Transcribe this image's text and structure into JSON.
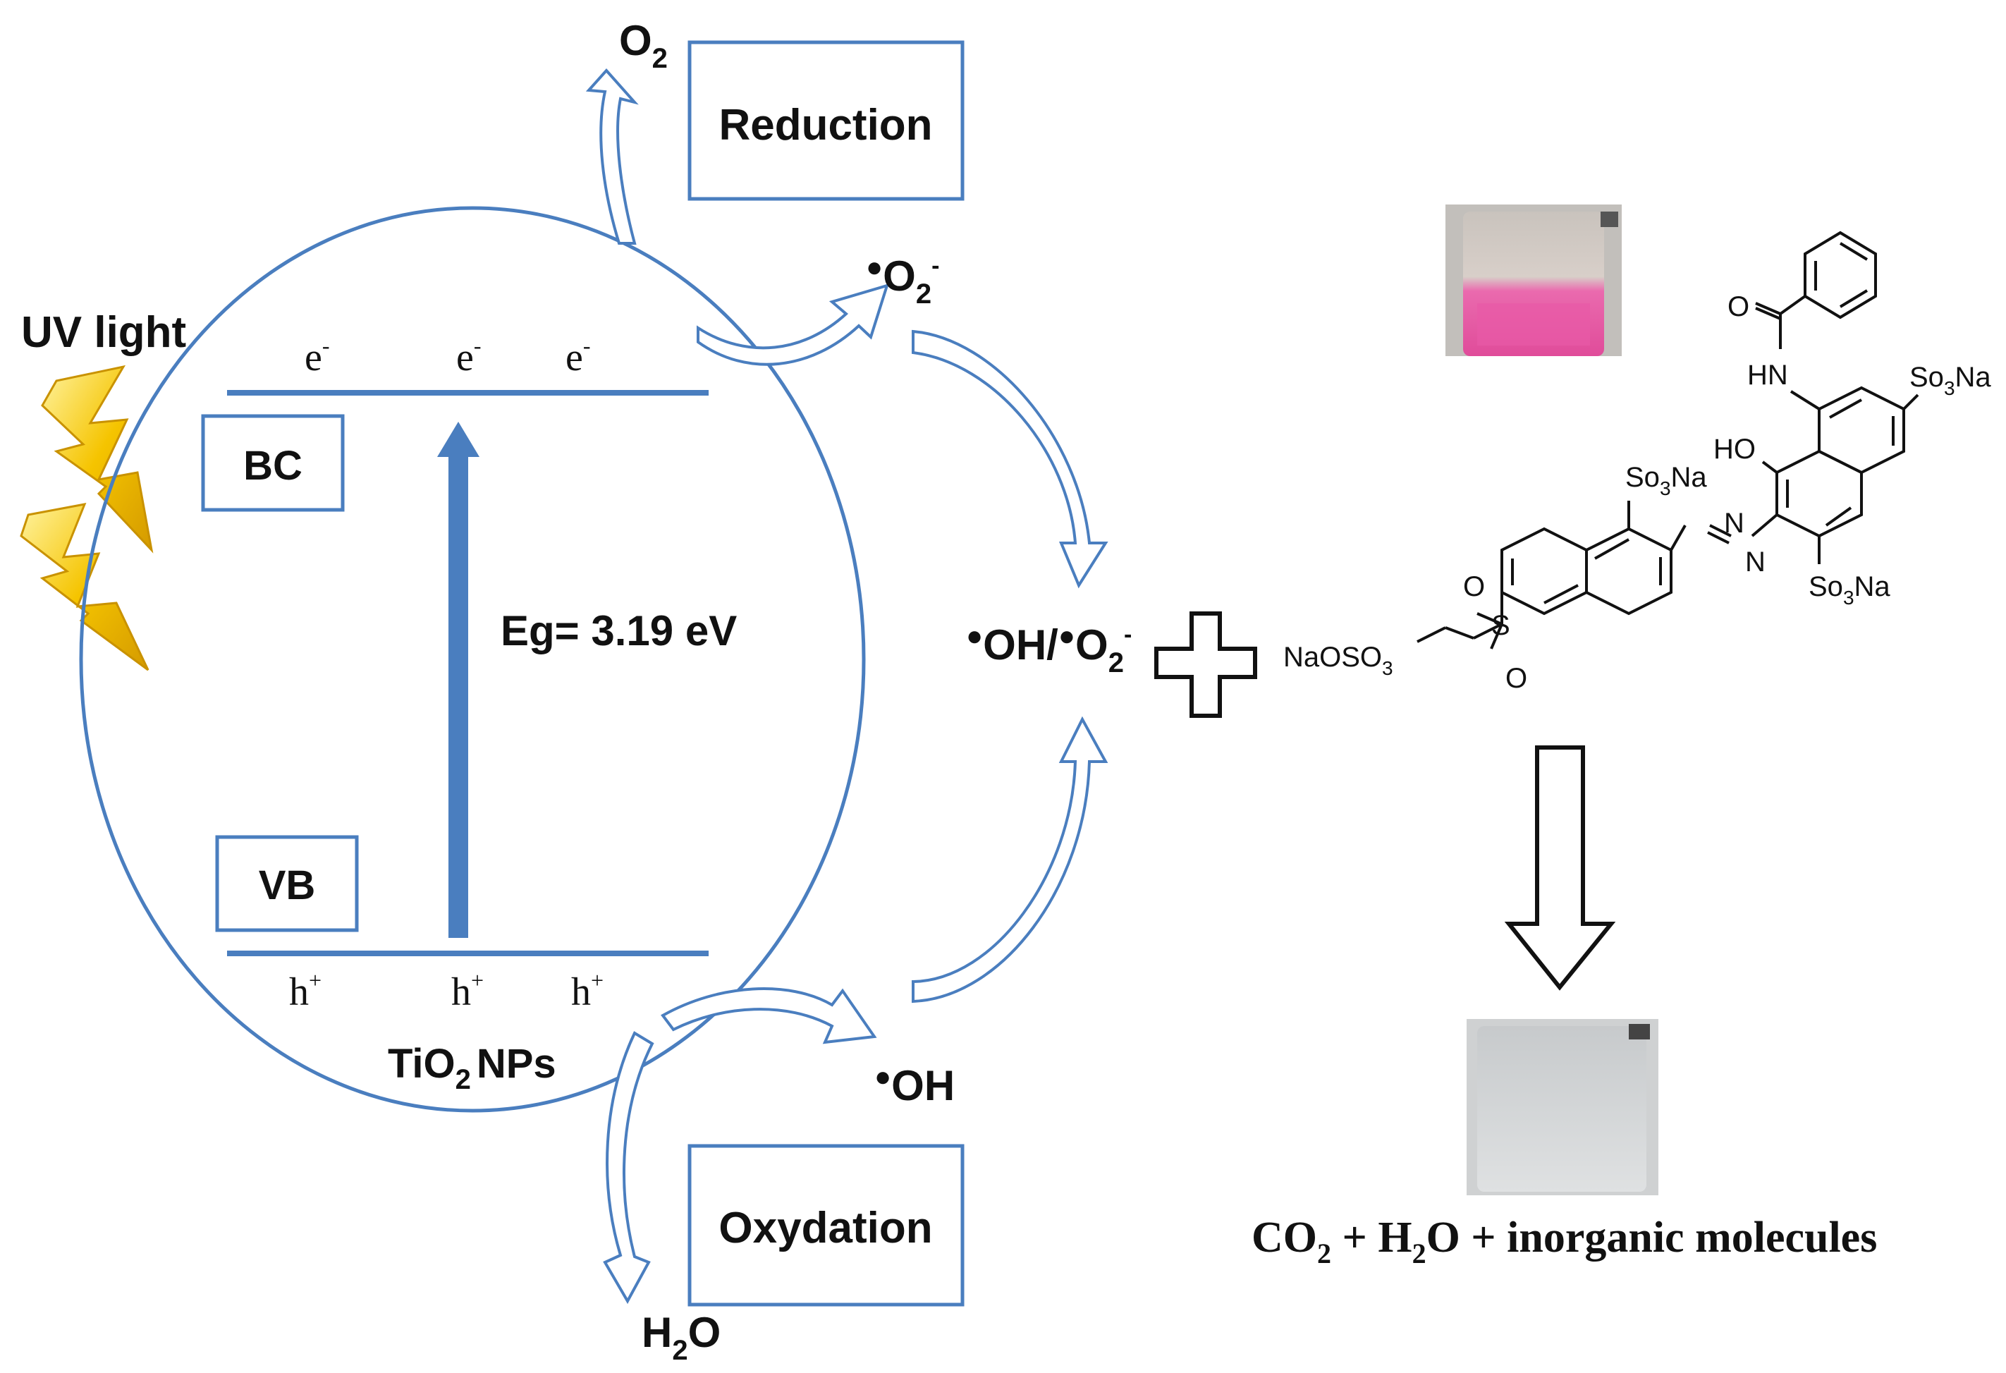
{
  "light_source": {
    "label": "UV light",
    "icon": "lightning-bolt-icon",
    "color": "#f2c200"
  },
  "band": {
    "conduction_label": "BC",
    "valence_label": "VB",
    "electron": "e",
    "electron_sup": "-",
    "hole": "h",
    "hole_sup": "+",
    "gap_label": "Eg= 3.19 eV",
    "material_main": "TiO",
    "material_sub": "2",
    "material_tail": "NPs"
  },
  "processes": {
    "reduction": "Reduction",
    "oxidation": "Oxydation"
  },
  "species": {
    "o2": "O",
    "o2_sub": "2",
    "superoxide": "O",
    "superoxide_sub": "2",
    "superoxide_sup": "-",
    "water_h": "H",
    "water_sub": "2",
    "water_o": "O",
    "hydroxyl": "OH",
    "combined_oh": "OH/",
    "combined_o2": "O",
    "combined_sub": "2",
    "combined_sup": "-"
  },
  "dye": {
    "labels": {
      "so3na_top": "So",
      "so3na_top_sub": "3",
      "so3na_top_tail": "Na",
      "so3na_right": "So",
      "so3na_right_sub": "3",
      "so3na_right_tail": "Na",
      "so3na_bottom": "So",
      "so3na_bottom_sub": "3",
      "so3na_bottom_tail": "Na",
      "ho": "HO",
      "hn": "HN",
      "o_carbonyl": "O",
      "n1": "N",
      "n2": "N",
      "s": "S",
      "o_s1": "O",
      "o_s2": "O",
      "naoso3": "NaOSO",
      "naoso3_sub": "3"
    },
    "before_color": "#e85aa6",
    "after_color": "#d8dadc"
  },
  "products": {
    "co": "CO",
    "co_sub": "2",
    "plus1": " + H",
    "h2o_sub": "2",
    "rest": "O + inorganic molecules"
  },
  "colors": {
    "frame": "#4a7ebf",
    "band_line": "#4a7ebf",
    "arrow_fill": "#ffffff"
  }
}
